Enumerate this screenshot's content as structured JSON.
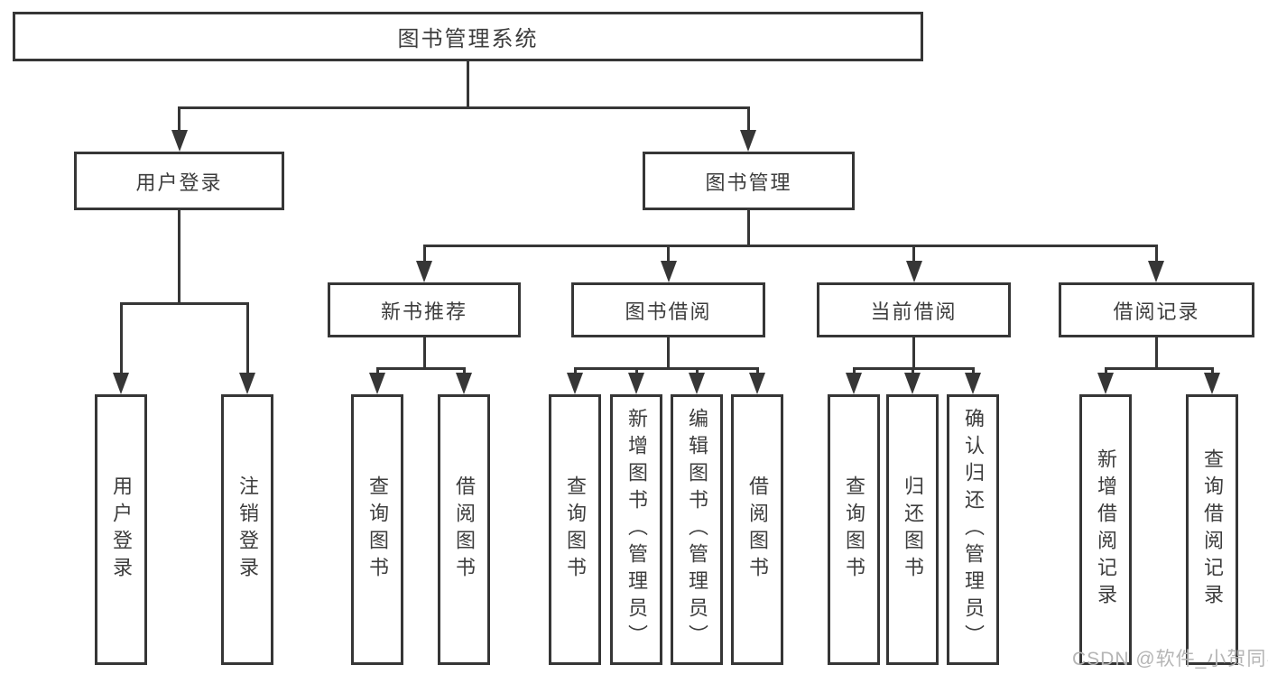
{
  "diagram": {
    "root": {
      "label": "图书管理系统"
    },
    "level2": [
      {
        "label": "用户登录"
      },
      {
        "label": "图书管理"
      }
    ],
    "level3": [
      {
        "label": "新书推荐"
      },
      {
        "label": "图书借阅"
      },
      {
        "label": "当前借阅"
      },
      {
        "label": "借阅记录"
      }
    ],
    "level4": {
      "user_login_children": [
        "用户登录",
        "注销登录"
      ],
      "new_book_children": [
        "查询图书",
        "借阅图书"
      ],
      "book_borrow_children": [
        "查询图书",
        "新增图书（管理员）",
        "编辑图书（管理员）",
        "借阅图书"
      ],
      "current_borrow_children": [
        "查询图书",
        "归还图书",
        "确认归还（管理员）"
      ],
      "borrow_records_children": [
        "新增借阅记录",
        "查询借阅记录"
      ]
    },
    "watermark": "CSDN @软件_小贺同学",
    "colors": {
      "line": "#363636",
      "text": "#3d3d3d",
      "background": "#ffffff",
      "watermark": "#b5b5b5"
    }
  }
}
